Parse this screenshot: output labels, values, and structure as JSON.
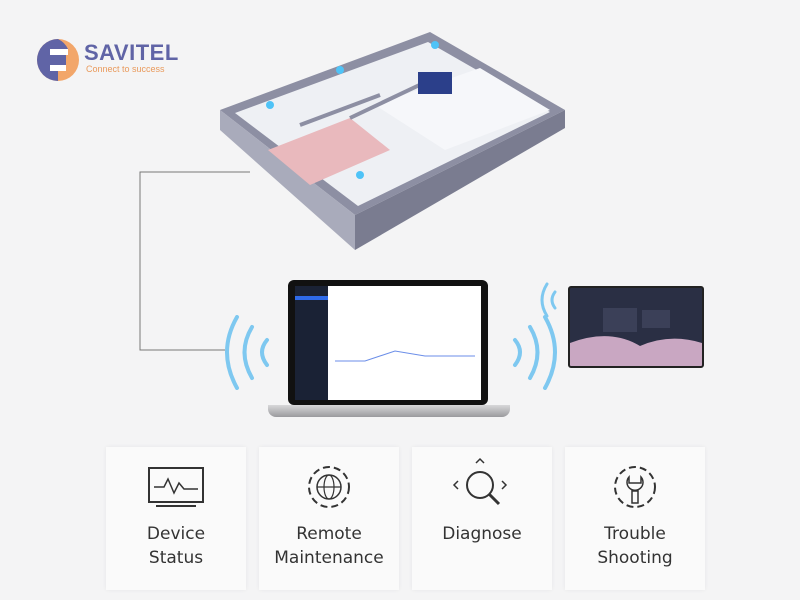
{
  "brand": {
    "name": "SAVITEL",
    "tagline": "Connect to success",
    "colors": {
      "primary": "#6064a6",
      "accent": "#e99a5c"
    }
  },
  "features": [
    {
      "icon": "monitor-pulse-icon",
      "label_line1": "Device",
      "label_line2": "Status"
    },
    {
      "icon": "gear-globe-icon",
      "label_line1": "Remote",
      "label_line2": "Maintenance"
    },
    {
      "icon": "magnifier-icon",
      "label_line1": "Diagnose",
      "label_line2": ""
    },
    {
      "icon": "gear-wrench-icon",
      "label_line1": "Trouble",
      "label_line2": "Shooting"
    }
  ]
}
